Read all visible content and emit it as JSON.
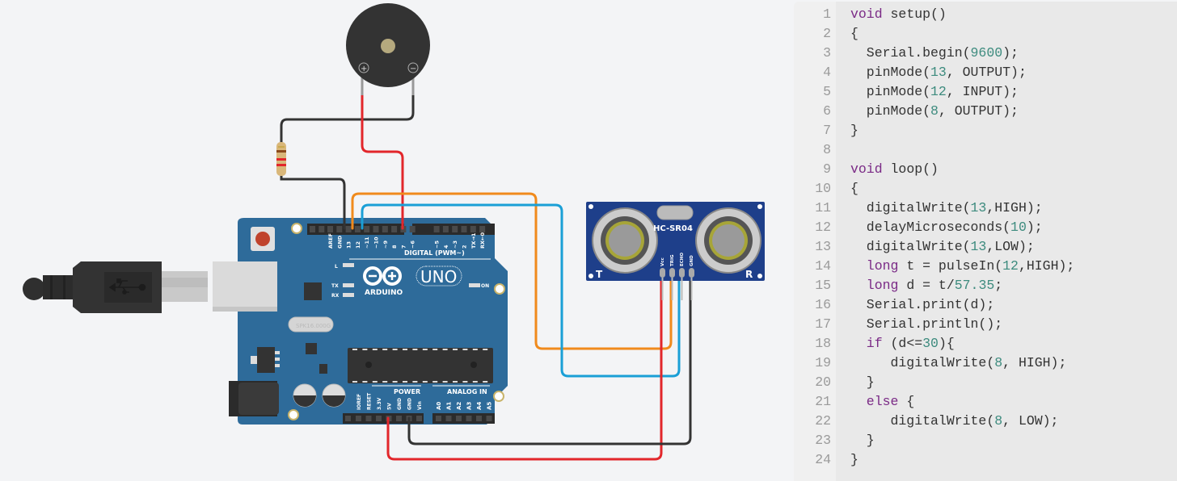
{
  "circuit": {
    "board": {
      "brand": "ARDUINO",
      "model": "UNO",
      "digital_header_label": "DIGITAL (PWM~)",
      "power_header_label": "POWER",
      "analog_header_label": "ANALOG IN",
      "crystal_label": "SPK16.000G",
      "led_labels": {
        "l": "L",
        "tx": "TX",
        "rx": "RX",
        "on": "ON"
      },
      "digital_pins": [
        "AREF",
        "GND",
        "13",
        "12",
        "~11",
        "~10",
        "~9",
        "8",
        "7",
        "~6",
        "~5",
        "4",
        "~3",
        "2",
        "TX→1",
        "RX←0"
      ],
      "power_pins": [
        "IOREF",
        "RESET",
        "3.3V",
        "5V",
        "GND",
        "GND",
        "Vin"
      ],
      "analog_pins": [
        "A0",
        "A1",
        "A2",
        "A3",
        "A4",
        "A5"
      ]
    },
    "sensor": {
      "name": "HC-SR04",
      "pins": [
        "Vcc",
        "TRIG",
        "ECHO",
        "GND"
      ],
      "transmitter_label": "T",
      "receiver_label": "R"
    },
    "buzzer": {
      "plus": "+",
      "minus": "−"
    },
    "wires": {
      "colors": {
        "red": "#e2262b",
        "black": "#333333",
        "orange": "#f08a1c",
        "blue": "#1a9fd6"
      }
    }
  },
  "editor": {
    "lines": [
      {
        "n": "1",
        "segs": [
          [
            "kw",
            "void"
          ],
          [
            "",
            "setup()"
          ]
        ]
      },
      {
        "n": "2",
        "segs": [
          [
            "",
            "{"
          ]
        ]
      },
      {
        "n": "3",
        "segs": [
          [
            "",
            "  Serial.begin("
          ],
          [
            "num",
            "9600"
          ],
          [
            "",
            ");"
          ]
        ]
      },
      {
        "n": "4",
        "segs": [
          [
            "",
            "  pinMode("
          ],
          [
            "num",
            "13"
          ],
          [
            "",
            ", OUTPUT);"
          ]
        ]
      },
      {
        "n": "5",
        "segs": [
          [
            "",
            "  pinMode("
          ],
          [
            "num",
            "12"
          ],
          [
            "",
            ", INPUT);"
          ]
        ]
      },
      {
        "n": "6",
        "segs": [
          [
            "",
            "  pinMode("
          ],
          [
            "num",
            "8"
          ],
          [
            "",
            ", OUTPUT);"
          ]
        ]
      },
      {
        "n": "7",
        "segs": [
          [
            "",
            "}"
          ]
        ]
      },
      {
        "n": "8",
        "segs": []
      },
      {
        "n": "9",
        "segs": [
          [
            "kw",
            "void"
          ],
          [
            "",
            "loop()"
          ]
        ]
      },
      {
        "n": "10",
        "segs": [
          [
            "",
            "{"
          ]
        ]
      },
      {
        "n": "11",
        "segs": [
          [
            "",
            "  digitalWrite("
          ],
          [
            "num",
            "13"
          ],
          [
            "",
            ",HIGH);"
          ]
        ]
      },
      {
        "n": "12",
        "segs": [
          [
            "",
            "  delayMicroseconds("
          ],
          [
            "num",
            "10"
          ],
          [
            "",
            ");"
          ]
        ]
      },
      {
        "n": "13",
        "segs": [
          [
            "",
            "  digitalWrite("
          ],
          [
            "num",
            "13"
          ],
          [
            "",
            ",LOW);"
          ]
        ]
      },
      {
        "n": "14",
        "segs": [
          [
            "kw",
            "  long"
          ],
          [
            "",
            " t = pulseIn("
          ],
          [
            "num",
            "12"
          ],
          [
            "",
            ",HIGH);"
          ]
        ]
      },
      {
        "n": "15",
        "segs": [
          [
            "kw",
            "  long"
          ],
          [
            "",
            " d = t/"
          ],
          [
            "num",
            "57.35"
          ],
          [
            "",
            ";"
          ]
        ]
      },
      {
        "n": "16",
        "segs": [
          [
            "",
            "  Serial.print(d);"
          ]
        ]
      },
      {
        "n": "17",
        "segs": [
          [
            "",
            "  Serial.println();"
          ]
        ]
      },
      {
        "n": "18",
        "segs": [
          [
            "kw",
            "  if"
          ],
          [
            "",
            " (d<="
          ],
          [
            "num",
            "30"
          ],
          [
            "",
            "){"
          ]
        ]
      },
      {
        "n": "19",
        "segs": [
          [
            "",
            "     digitalWrite("
          ],
          [
            "num",
            "8"
          ],
          [
            "",
            ", HIGH);"
          ]
        ]
      },
      {
        "n": "20",
        "segs": [
          [
            "",
            "  }"
          ]
        ]
      },
      {
        "n": "21",
        "segs": [
          [
            "kw",
            "  else"
          ],
          [
            "",
            " {"
          ]
        ]
      },
      {
        "n": "22",
        "segs": [
          [
            "",
            "     digitalWrite("
          ],
          [
            "num",
            "8"
          ],
          [
            "",
            ", LOW);"
          ]
        ]
      },
      {
        "n": "23",
        "segs": [
          [
            "",
            "  }"
          ]
        ]
      },
      {
        "n": "24",
        "segs": [
          [
            "",
            "}"
          ]
        ]
      }
    ]
  }
}
